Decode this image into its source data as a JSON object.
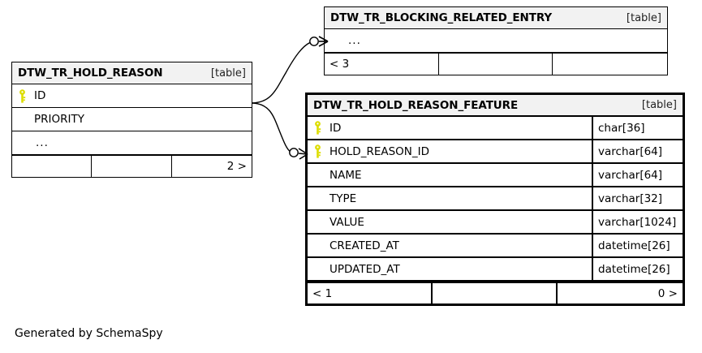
{
  "diagram": {
    "caption": "Generated by SchemaSpy",
    "kind_label": "[table]",
    "key_icon_color": "#dddd00",
    "header_bg": "#f2f2f2",
    "line_color": "#000000"
  },
  "tables": [
    {
      "id": "blocking_related_entry",
      "name": "DTW_TR_BLOCKING_RELATED_ENTRY",
      "kind": "[table]",
      "emphasized": false,
      "rows": [
        {
          "key": false,
          "name": "...",
          "type": "",
          "ellipsis": true
        }
      ],
      "footer": [
        "< 3",
        "",
        ""
      ]
    },
    {
      "id": "hold_reason",
      "name": "DTW_TR_HOLD_REASON",
      "kind": "[table]",
      "emphasized": false,
      "rows": [
        {
          "key": true,
          "name": "ID",
          "type": "",
          "ellipsis": false
        },
        {
          "key": false,
          "name": "PRIORITY",
          "type": "",
          "ellipsis": false
        },
        {
          "key": false,
          "name": "...",
          "type": "",
          "ellipsis": true
        }
      ],
      "footer": [
        "",
        "",
        "2 >"
      ]
    },
    {
      "id": "hold_reason_feature",
      "name": "DTW_TR_HOLD_REASON_FEATURE",
      "kind": "[table]",
      "emphasized": true,
      "rows": [
        {
          "key": true,
          "name": "ID",
          "type": "char[36]",
          "ellipsis": false
        },
        {
          "key": true,
          "name": "HOLD_REASON_ID",
          "type": "varchar[64]",
          "ellipsis": false
        },
        {
          "key": false,
          "name": "NAME",
          "type": "varchar[64]",
          "ellipsis": false
        },
        {
          "key": false,
          "name": "TYPE",
          "type": "varchar[32]",
          "ellipsis": false
        },
        {
          "key": false,
          "name": "VALUE",
          "type": "varchar[1024]",
          "ellipsis": false
        },
        {
          "key": false,
          "name": "CREATED_AT",
          "type": "datetime[26]",
          "ellipsis": false
        },
        {
          "key": false,
          "name": "UPDATED_AT",
          "type": "datetime[26]",
          "ellipsis": false
        }
      ],
      "footer": [
        "< 1",
        "",
        "0 >"
      ]
    }
  ],
  "relationships": [
    {
      "from": "hold_reason.ID",
      "to": "blocking_related_entry",
      "cardinality": "zero-or-many"
    },
    {
      "from": "hold_reason.ID",
      "to": "hold_reason_feature.HOLD_REASON_ID",
      "cardinality": "zero-or-many"
    }
  ]
}
